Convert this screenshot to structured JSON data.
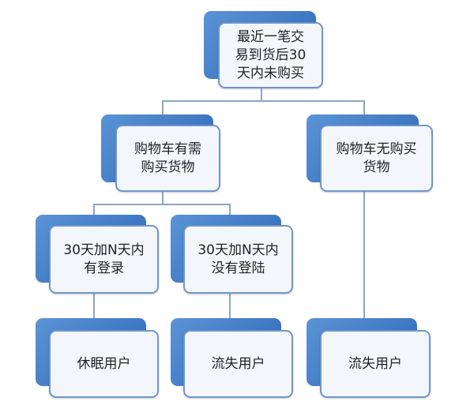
{
  "root": {
    "label": "最近一笔交易到货后30天内未购买"
  },
  "cart_has": {
    "label": "购物车有需购买货物"
  },
  "cart_none": {
    "label": "购物车无购买货物"
  },
  "login_yes": {
    "label": "30天加N天内有登录"
  },
  "login_no": {
    "label": "30天加N天内没有登陆"
  },
  "dormant": {
    "label": "休眠用户"
  },
  "lost_a": {
    "label": "流失用户"
  },
  "lost_b": {
    "label": "流失用户"
  },
  "colors": {
    "box_blue": "#3f79c3",
    "box_border": "#6f97c8",
    "connector": "#8aa6c6"
  }
}
